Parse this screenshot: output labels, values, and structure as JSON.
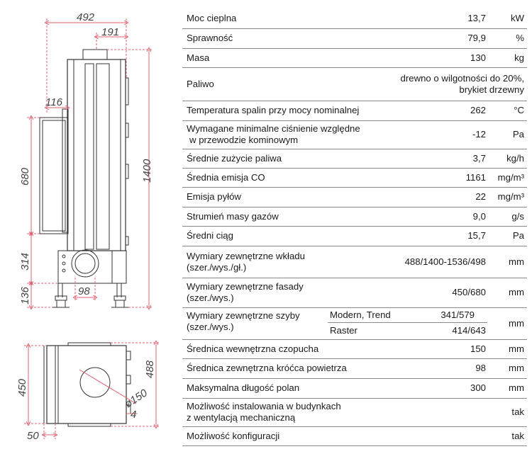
{
  "drawing": {
    "dims": {
      "total_width": "492",
      "offset_top": "191",
      "door_offset": "116",
      "total_height": "1400",
      "facade_height": "680",
      "lower_height": "314",
      "leg_height": "136",
      "flue_offset": "98",
      "plan_width": "450",
      "plan_depth": "488",
      "flue_diameter": "ø150",
      "small_offset": "4",
      "side_offset": "50"
    }
  },
  "spec": {
    "rows": [
      {
        "label": "Moc cieplna",
        "value": "13,7",
        "unit": "kW"
      },
      {
        "label": "Sprawność",
        "value": "79,9",
        "unit": "%"
      },
      {
        "label": "Masa",
        "value": "130",
        "unit": "kg"
      },
      {
        "label": "Paliwo",
        "value_lines": [
          "drewno o wilgotności do 20%,",
          "brykiet drzewny"
        ],
        "unit": ""
      },
      {
        "label": "Temperatura spalin przy mocy nominalnej",
        "value": "262",
        "unit": "°C"
      },
      {
        "label_lines": [
          "Wymagane minimalne ciśnienie względne",
          "w przewodzie kominowym"
        ],
        "value": "-12",
        "unit": "Pa"
      },
      {
        "label": "Średnie zużycie paliwa",
        "value": "3,7",
        "unit": "kg/h"
      },
      {
        "label": "Średnia emisja CO",
        "value": "1161",
        "unit": "mg/m³"
      },
      {
        "label": "Emisja pyłów",
        "value": "22",
        "unit": "mg/m³"
      },
      {
        "label": "Strumień masy gazów",
        "value": "9,0",
        "unit": "g/s"
      },
      {
        "label": "Średni ciąg",
        "value": "15,7",
        "unit": "Pa"
      },
      {
        "label_lines": [
          "Wymiary zewnętrzne wkładu",
          "(szer./wys./gł.)"
        ],
        "value": "488/1400-1536/498",
        "unit": "mm"
      },
      {
        "label_lines": [
          "Wymiary zewnętrzne fasady",
          "(szer./wys.)"
        ],
        "value": "450/680",
        "unit": "mm"
      },
      {
        "label_lines": [
          "Wymiary zewnętrzne szyby",
          "(szer./wys.)"
        ],
        "variants": [
          {
            "name": "Modern, Trend",
            "value": "341/579"
          },
          {
            "name": "Raster",
            "value": "414/643"
          }
        ],
        "unit": "mm"
      },
      {
        "label": "Średnica wewnętrzna czopucha",
        "value": "150",
        "unit": "mm"
      },
      {
        "label": "Średnica zewnętrzna króćca powietrza",
        "value": "98",
        "unit": "mm"
      },
      {
        "label": "Maksymalna długość polan",
        "value": "300",
        "unit": "mm"
      },
      {
        "label_lines": [
          "Możliwość instalowania w budynkach",
          "z wentylacją mechaniczną"
        ],
        "value": "tak",
        "unit": ""
      },
      {
        "label": "Możliwość konfiguracji",
        "value": "tak",
        "unit": ""
      }
    ]
  }
}
